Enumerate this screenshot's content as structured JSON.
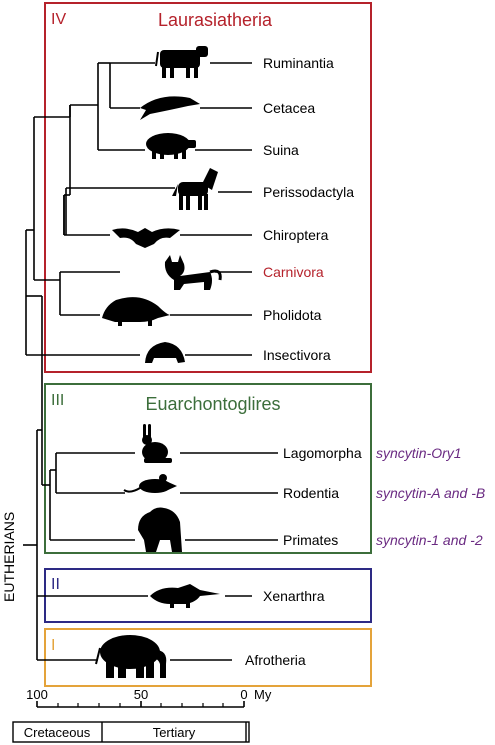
{
  "colors": {
    "laurasiatheria": "#b5222b",
    "euarchontoglires": "#3c6e3b",
    "xenarthra": "#2d2a84",
    "afrotheria": "#e4a33a",
    "gene": "#6a2a82",
    "highlight": "#b5222b",
    "silhouette": "#000000"
  },
  "root_label": "EUTHERIANS",
  "groups": [
    {
      "numeral": "IV",
      "name": "Laurasiatheria"
    },
    {
      "numeral": "III",
      "name": "Euarchontoglires"
    },
    {
      "numeral": "II",
      "name": ""
    },
    {
      "numeral": "I",
      "name": ""
    }
  ],
  "taxa": [
    {
      "name": "Ruminantia",
      "icon": "cow-icon"
    },
    {
      "name": "Cetacea",
      "icon": "dolphin-icon"
    },
    {
      "name": "Suina",
      "icon": "pig-icon"
    },
    {
      "name": "Perissodactyla",
      "icon": "horse-icon"
    },
    {
      "name": "Chiroptera",
      "icon": "bat-icon"
    },
    {
      "name": "Carnivora",
      "icon": "cat-icon",
      "highlighted": true
    },
    {
      "name": "Pholidota",
      "icon": "pangolin-icon"
    },
    {
      "name": "Insectivora",
      "icon": "hedgehog-icon"
    },
    {
      "name": "Lagomorpha",
      "icon": "rabbit-icon",
      "gene": "syncytin-Ory1"
    },
    {
      "name": "Rodentia",
      "icon": "mouse-icon",
      "gene": "syncytin-A and -B"
    },
    {
      "name": "Primates",
      "icon": "gorilla-icon",
      "gene": "syncytin-1 and -2"
    },
    {
      "name": "Xenarthra",
      "icon": "anteater-icon"
    },
    {
      "name": "Afrotheria",
      "icon": "elephant-icon"
    }
  ],
  "axis": {
    "ticks": [
      "100",
      "50",
      "0"
    ],
    "unit": "My",
    "periods": [
      "Cretaceous",
      "Tertiary"
    ]
  }
}
